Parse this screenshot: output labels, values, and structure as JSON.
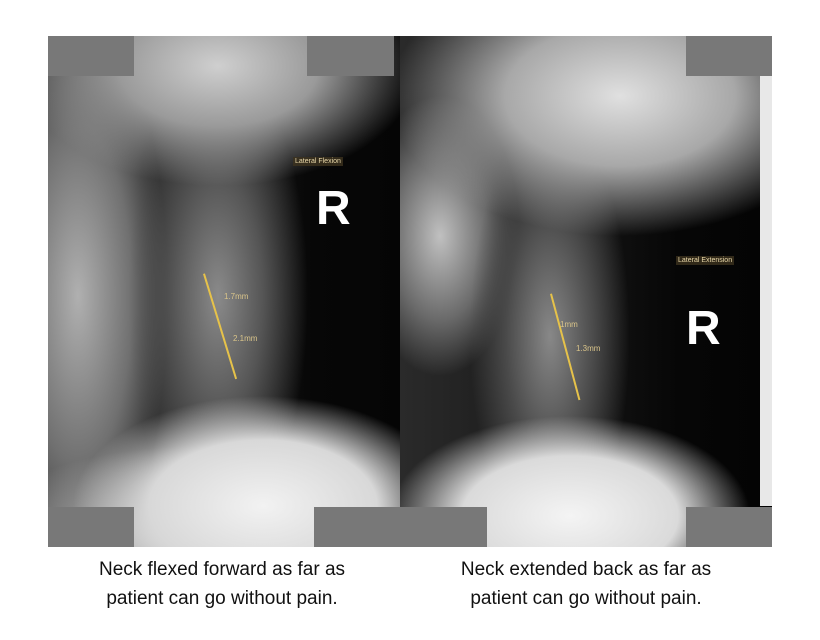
{
  "panels": [
    {
      "overlay_label": "Lateral Flexion",
      "side_marker": "R",
      "measurements": [
        "1.7mm",
        "2.1mm"
      ],
      "caption_line1": "Neck flexed forward as far as",
      "caption_line2": "patient can go without pain."
    },
    {
      "overlay_label": "Lateral Extension",
      "side_marker": "R",
      "measurements": [
        "1mm",
        "1.3mm"
      ],
      "caption_line1": "Neck extended back as far as",
      "caption_line2": "patient can go without pain."
    }
  ],
  "colors": {
    "redaction_block": "#787878",
    "measurement": "#e6c24a"
  }
}
